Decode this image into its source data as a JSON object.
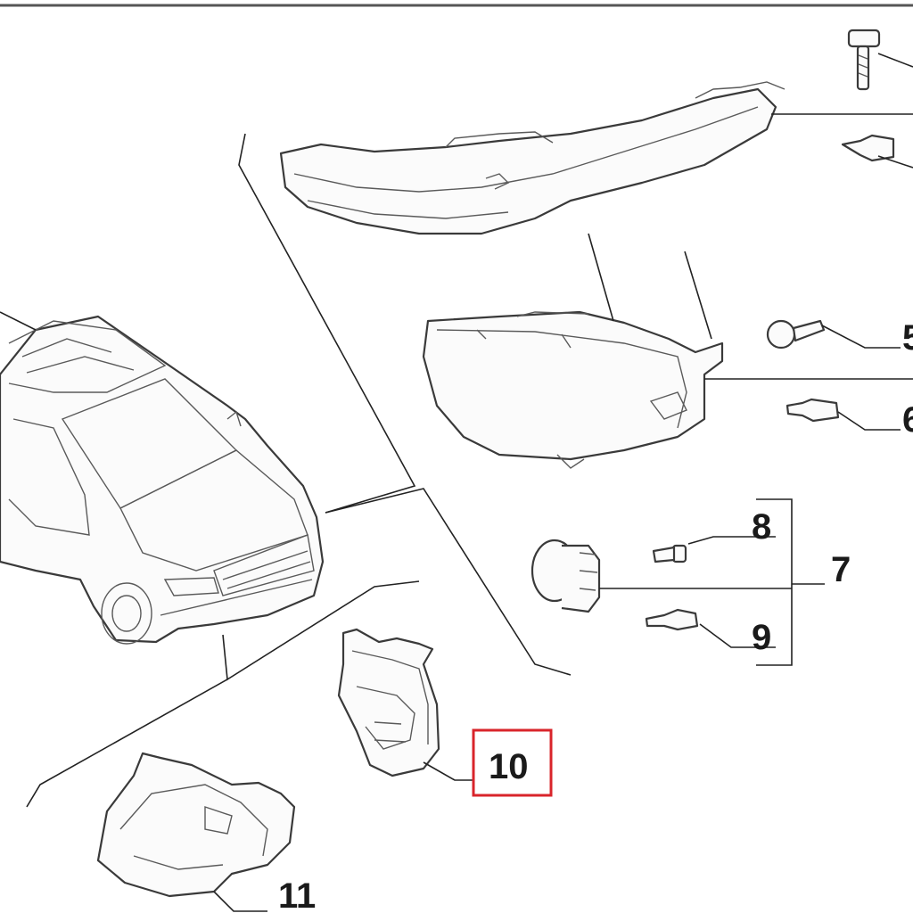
{
  "callouts": [
    {
      "id": "c5",
      "text": "5"
    },
    {
      "id": "c6",
      "text": "6"
    },
    {
      "id": "c7",
      "text": "7"
    },
    {
      "id": "c8",
      "text": "8"
    },
    {
      "id": "c9",
      "text": "9"
    },
    {
      "id": "c10",
      "text": "10",
      "highlighted": true
    },
    {
      "id": "c11",
      "text": "11"
    }
  ],
  "colors": {
    "line": "#3a3a3a",
    "label": "#1a1a1a",
    "highlight": "#d9242b",
    "background": "#ffffff"
  }
}
